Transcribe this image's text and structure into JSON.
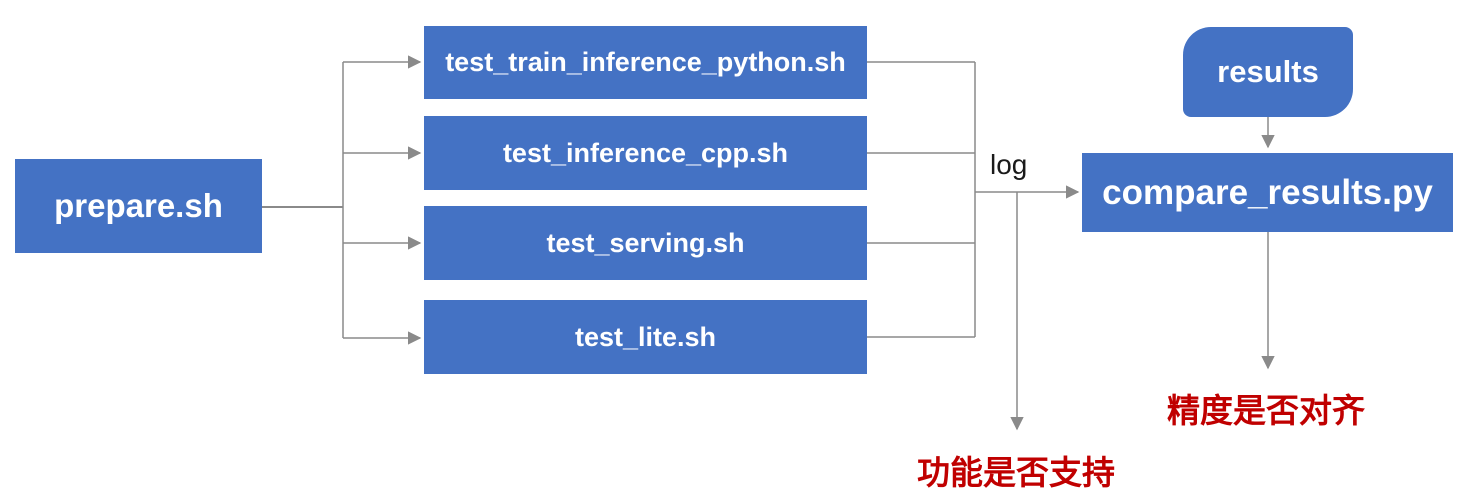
{
  "diagram": {
    "title": "test tipc pipeline flow",
    "colors": {
      "node_fill": "#4472C4",
      "node_text": "#ffffff",
      "edge_line": "#8a8a8a",
      "edge_label_text": "#1a1a1a",
      "outcome_text": "#C00000",
      "background": "#ffffff"
    },
    "nodes": {
      "prepare": {
        "label": "prepare.sh"
      },
      "tests": [
        {
          "label": "test_train_inference_python.sh"
        },
        {
          "label": "test_inference_cpp.sh"
        },
        {
          "label": "test_serving.sh"
        },
        {
          "label": "test_lite.sh"
        }
      ],
      "results": {
        "label": "results"
      },
      "compare": {
        "label": "compare_results.py"
      }
    },
    "edge_labels": {
      "log": "log"
    },
    "outcomes": {
      "function_support": "功能是否支持",
      "precision_aligned": "精度是否对齐"
    }
  }
}
